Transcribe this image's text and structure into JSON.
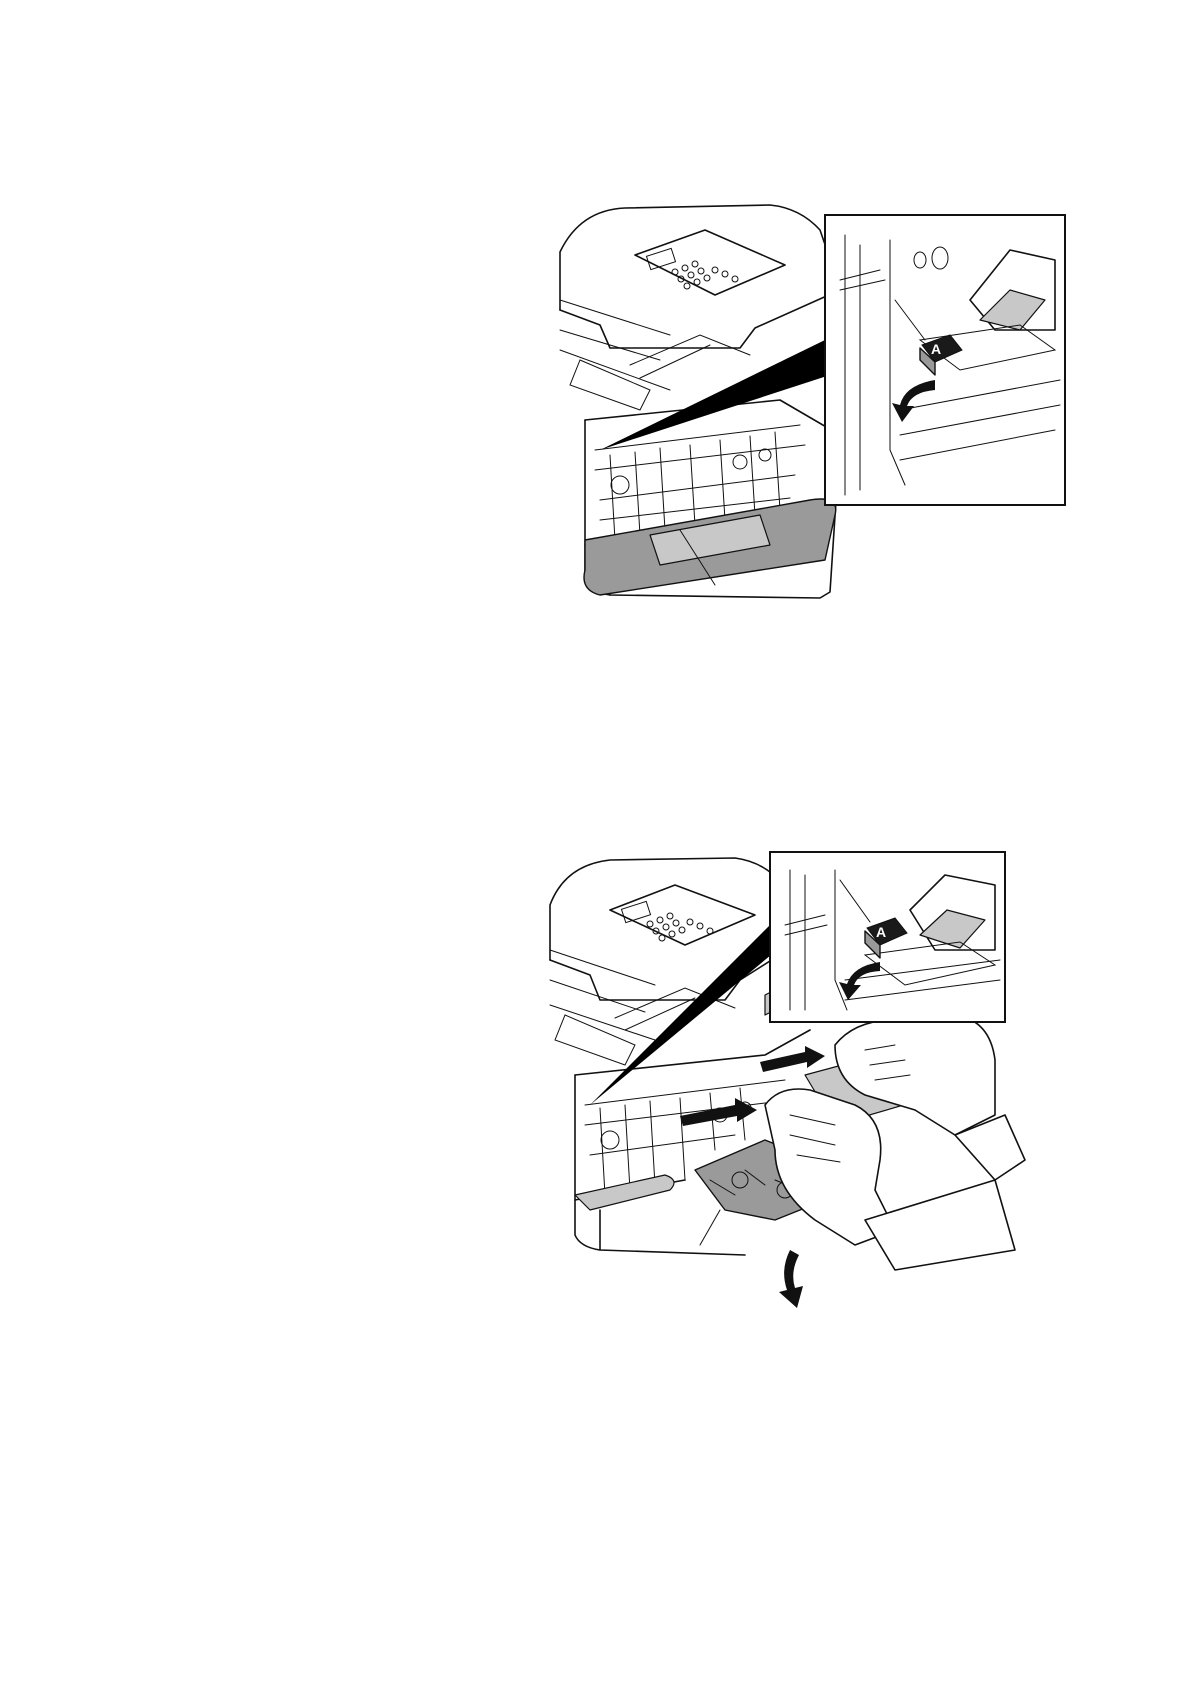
{
  "figures": [
    {
      "id": "figure-top",
      "subject": "printer-front-cover-open-developer-unit",
      "icons": [
        "printer-icon",
        "inset-detail-icon",
        "release-lever-icon",
        "rotate-down-arrow-icon",
        "leader-line-icon"
      ],
      "lever_label": "A"
    },
    {
      "id": "figure-bottom",
      "subject": "printer-developer-unit-removal",
      "icons": [
        "printer-icon",
        "inset-detail-icon",
        "release-lever-icon",
        "rotate-down-arrow-icon",
        "pull-out-arrow-icon",
        "hand-icon",
        "leader-line-icon"
      ],
      "lever_label": "A"
    }
  ],
  "colors": {
    "line": "#111111",
    "shade": "#9a9a9a",
    "light_shade": "#c8c8c8",
    "background": "#ffffff"
  }
}
